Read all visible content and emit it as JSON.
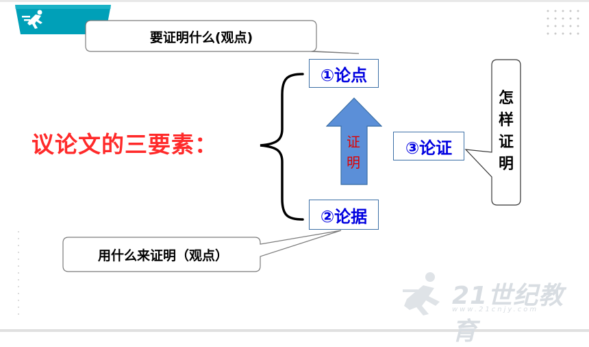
{
  "header": {
    "badge_icon": "running-figure-icon",
    "badge_color": "#00a0b8"
  },
  "main": {
    "title": "议论文的三要素："
  },
  "callouts": {
    "top": "要证明什么(观点)",
    "bottom": "用什么来证明（观点）",
    "right": [
      "怎",
      "样",
      "证",
      "明"
    ]
  },
  "elements": {
    "argument": "①论点",
    "evidence": "②论据",
    "reasoning": "③论证"
  },
  "arrow": {
    "label": [
      "证",
      "明"
    ],
    "fill": "#5b8fd8",
    "text_color": "#e00000"
  },
  "watermark": {
    "text": "21世纪教育",
    "url": "www.21cnjy.com"
  },
  "colors": {
    "title_red": "#ff2a2a",
    "box_text_blue": "#0000e0",
    "box_border": "#3a6ea5"
  }
}
